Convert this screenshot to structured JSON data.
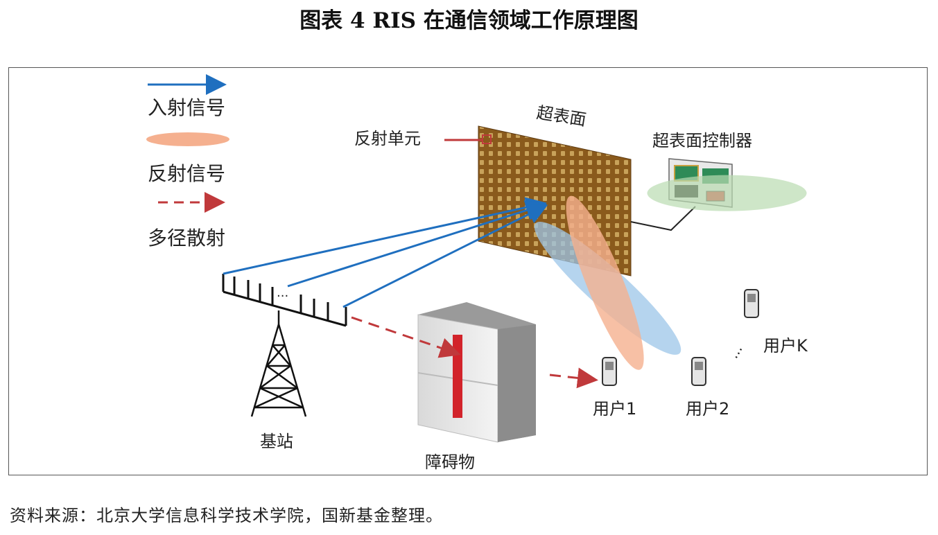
{
  "title": "图表 4  RIS 在通信领域工作原理图",
  "legend": {
    "incident_signal": "入射信号",
    "reflected_signal": "反射信号",
    "multipath_scattering": "多径散射"
  },
  "labels": {
    "reflect_unit": "反射单元",
    "metasurface": "超表面",
    "controller": "超表面控制器",
    "base_station": "基站",
    "obstacle": "障碍物",
    "user1": "用户1",
    "user2": "用户2",
    "userK": "用户K"
  },
  "source": "资料来源：北京大学信息科学技术学院，国新基金整理。",
  "colors": {
    "incident": "#1f6fbf",
    "reflected_orange": "#f5b08f",
    "reflected_blue": "#9cc6e8",
    "reflected_green": "#b9dbb0",
    "multipath": "#c0393b",
    "panel": "#8a5a1c"
  }
}
